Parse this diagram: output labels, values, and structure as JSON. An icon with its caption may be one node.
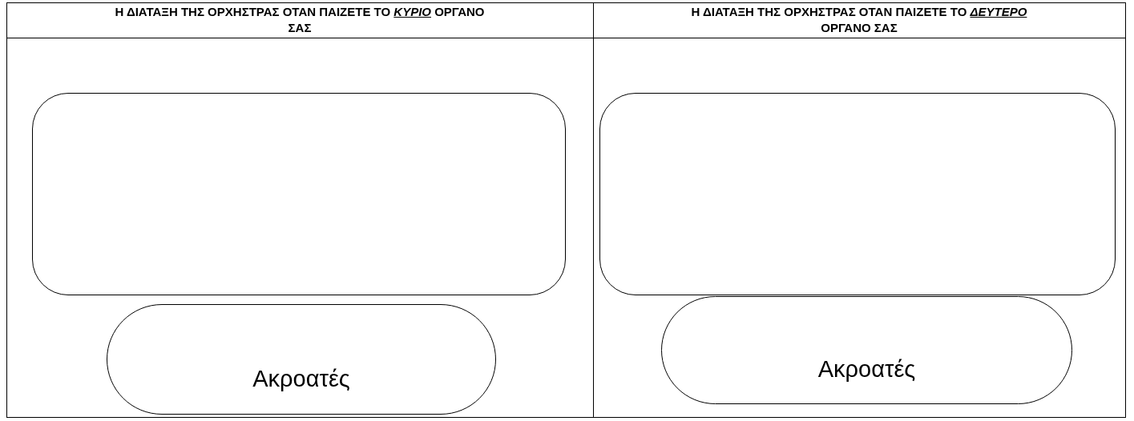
{
  "diagram": {
    "nodes": [
      {
        "text": [],
        "shape": "box"
      },
      {
        "text": [
          "Ακροατές"
        ]
      },
      {
        "text": [],
        "shape": "box"
      },
      {
        "text": [
          "Ακροατές"
        ]
      }
    ],
    "labels": [
      "Η ΔΙΑΤΑΞΗ ΤΗΣ ΟΡΧΗΣΤΡΑΣ ΟΤΑΝ ΠΑΙΖΕΤΕ ΤΟ *ΚΥΡΙΟ* ΟΡΓΑΝΟ ΣΑΣ",
      "Η ΔΙΑΤΑΞΗ ΤΗΣ ΟΡΧΗΣΤΡΑΣ ΟΤΑΝ ΠΑΙΖΕΤΕ ΤΟ *ΔΕΥΤΕΡΟ* ΟΡΓΑΝΟ ΣΑΣ"
    ]
  }
}
